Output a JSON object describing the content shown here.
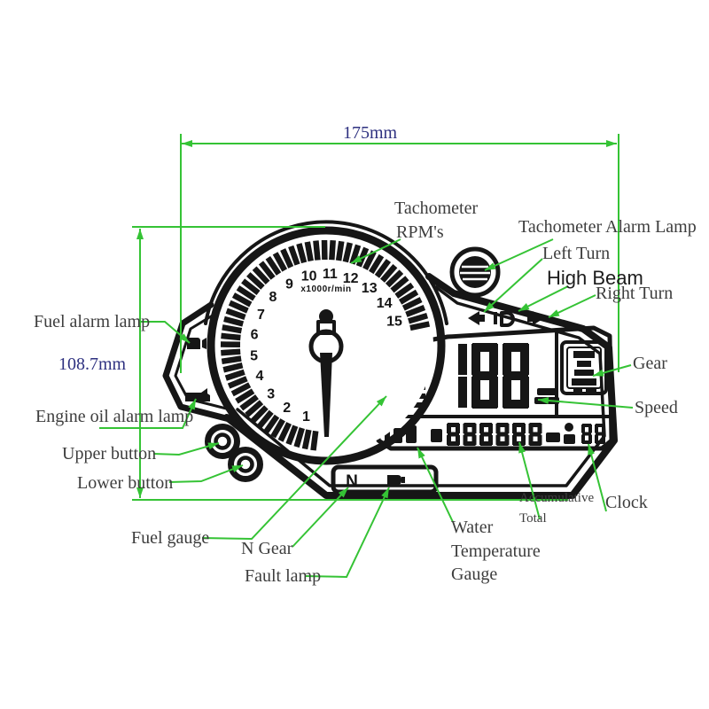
{
  "dimensions": {
    "width_label": "175mm",
    "height_label": "108.7mm"
  },
  "tachometer": {
    "numbers": [
      "1",
      "2",
      "3",
      "4",
      "5",
      "6",
      "7",
      "8",
      "9",
      "10",
      "11",
      "12",
      "13",
      "14",
      "15"
    ],
    "unit": "x1000r/min"
  },
  "display": {
    "speed": "188",
    "odometer": "888888",
    "clock": "88",
    "gear_n": "N"
  },
  "callouts": {
    "tachometer_rpm": [
      "Tachometer",
      "RPM's"
    ],
    "tachometer_alarm_lamp": "Tachometer Alarm Lamp",
    "left_turn": "Left Turn",
    "high_beam": "High Beam",
    "right_turn": "Right Turn",
    "gear": "Gear",
    "speed": "Speed",
    "fuel_alarm_lamp": "Fuel alarm lamp",
    "engine_oil_alarm_lamp": "Engine oil alarm lamp",
    "upper_button": "Upper button",
    "lower_button": "Lower button",
    "fuel_gauge": "Fuel gauge",
    "n_gear": "N Gear",
    "fault_lamp": "Fault lamp",
    "water_temperature_gauge": [
      "Water",
      "Temperature",
      "Gauge"
    ],
    "accumulative_total": [
      "Accumulative",
      "Total"
    ],
    "clock": "Clock"
  },
  "colors": {
    "line_art": "#161616",
    "leader_green": "#35c335",
    "dimension_text_blue": "#2e3180",
    "label_text": "#3d3d3d"
  }
}
